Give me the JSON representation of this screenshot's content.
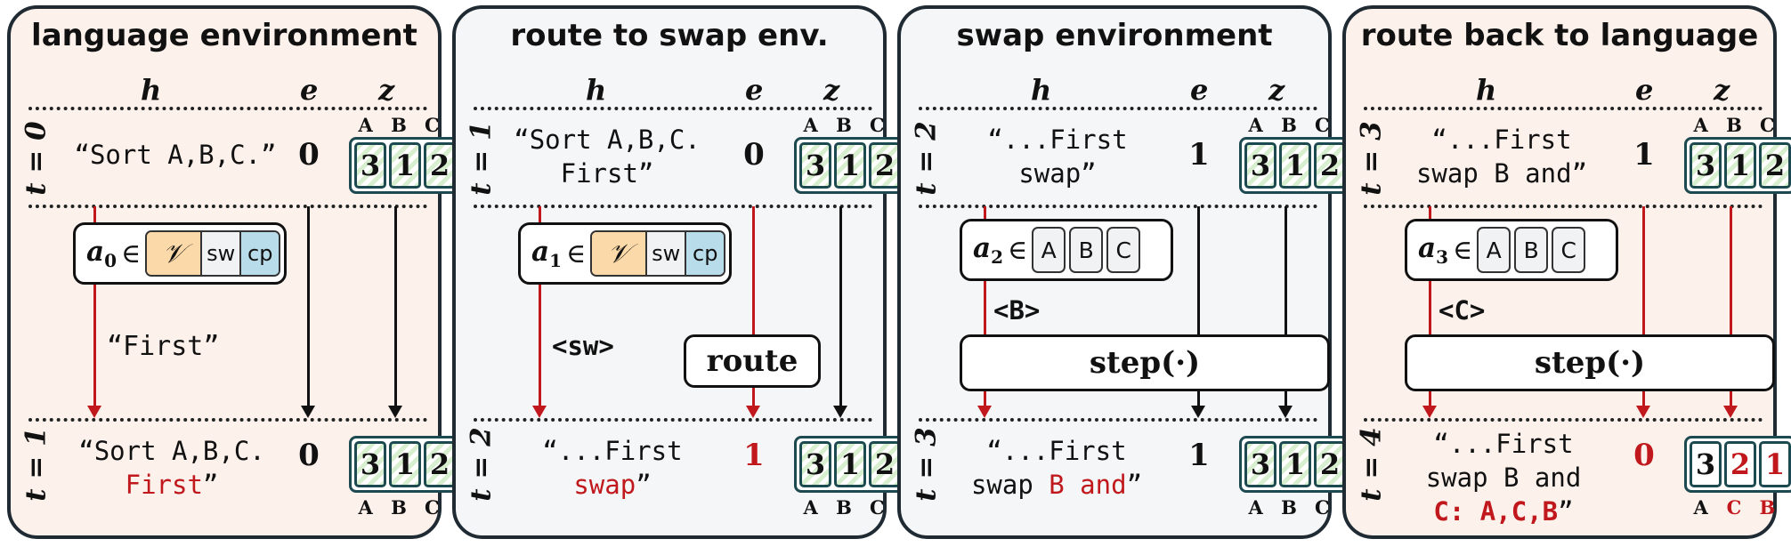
{
  "colors": {
    "red": "#c0181c",
    "panel_language": "#fdf1eb",
    "panel_route": "#f5f6f7",
    "z_hatch": "#d7efcf",
    "vocab": "#fcd9a8",
    "copy": "#b9dceb"
  },
  "headers": {
    "h": "h",
    "e": "e",
    "z": "z"
  },
  "panels": [
    {
      "title": "language environment",
      "t_top": "t = 0",
      "h_top": [
        "“Sort A,B,C.”"
      ],
      "e_top": "0",
      "z_top_labels": [
        "A",
        "B",
        "C"
      ],
      "z_top": [
        "3",
        "1",
        "2"
      ],
      "action_name": "a",
      "action_sub": "0",
      "action_in": "∈",
      "action_options": [
        "𝒱",
        "sw",
        "cp"
      ],
      "emitted": "“First”",
      "t_bot": "t = 1",
      "h_bot_1": "“Sort A,B,C.",
      "h_bot_2a": "First",
      "h_bot_2b": "”",
      "e_bot": "0",
      "z_bot": [
        "3",
        "1",
        "2"
      ],
      "z_bot_labels": [
        "A",
        "B",
        "C"
      ]
    },
    {
      "title": "route to swap env.",
      "t_top": "t = 1",
      "h_top": [
        "“Sort A,B,C.",
        "First”"
      ],
      "e_top": "0",
      "z_top_labels": [
        "A",
        "B",
        "C"
      ],
      "z_top": [
        "3",
        "1",
        "2"
      ],
      "action_name": "a",
      "action_sub": "1",
      "action_in": "∈",
      "action_options": [
        "𝒱",
        "sw",
        "cp"
      ],
      "emitted": "<sw>",
      "function": "route",
      "t_bot": "t = 2",
      "h_bot_1": "“...First",
      "h_bot_2a": "swap",
      "h_bot_2b": "”",
      "e_bot": "1",
      "z_bot": [
        "3",
        "1",
        "2"
      ],
      "z_bot_labels": [
        "A",
        "B",
        "C"
      ]
    },
    {
      "title": "swap environment",
      "t_top": "t = 2",
      "h_top": [
        "“...First",
        "swap”"
      ],
      "e_top": "1",
      "z_top_labels": [
        "A",
        "B",
        "C"
      ],
      "z_top": [
        "3",
        "1",
        "2"
      ],
      "action_name": "a",
      "action_sub": "2",
      "action_in": "∈",
      "action_options": [
        "A",
        "B",
        "C"
      ],
      "emitted": "<B>",
      "function": "step(·)",
      "t_bot": "t = 3",
      "h_bot_1": "“...First",
      "h_bot_2pre": "swap ",
      "h_bot_2a": "B and",
      "h_bot_2b": "”",
      "e_bot": "1",
      "z_bot": [
        "3",
        "1",
        "2"
      ],
      "z_bot_labels": [
        "A",
        "B",
        "C"
      ]
    },
    {
      "title": "route back to language",
      "t_top": "t = 3",
      "h_top": [
        "“...First",
        "swap B and”"
      ],
      "e_top": "1",
      "z_top_labels": [
        "A",
        "B",
        "C"
      ],
      "z_top": [
        "3",
        "1",
        "2"
      ],
      "action_name": "a",
      "action_sub": "3",
      "action_in": "∈",
      "action_options": [
        "A",
        "B",
        "C"
      ],
      "emitted": "<C>",
      "function": "step(·)",
      "t_bot": "t = 4",
      "h_bot_1": "“...First",
      "h_bot_2": "swap B and",
      "h_bot_3a": "C: A,C,B",
      "h_bot_3b": "”",
      "e_bot": "0",
      "z_bot": [
        "3",
        "2",
        "1"
      ],
      "z_bot_labels": [
        "A",
        "C",
        "B"
      ]
    }
  ]
}
